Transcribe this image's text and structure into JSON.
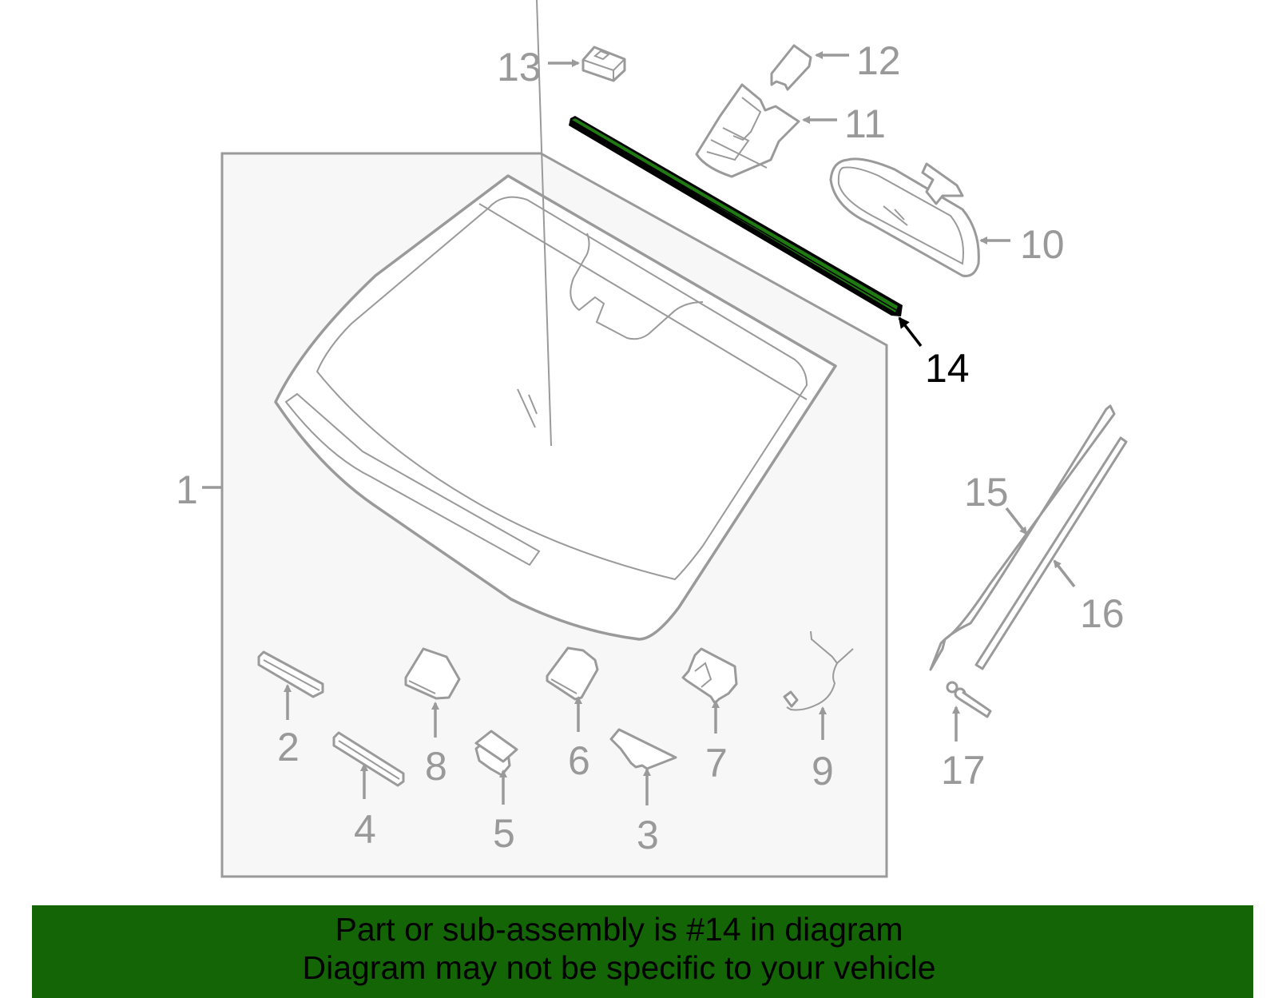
{
  "diagram": {
    "highlighted_part": "14",
    "highlight_color": "#1f7a12",
    "callouts": [
      {
        "id": "1",
        "label": "1"
      },
      {
        "id": "2",
        "label": "2"
      },
      {
        "id": "3",
        "label": "3"
      },
      {
        "id": "4",
        "label": "4"
      },
      {
        "id": "5",
        "label": "5"
      },
      {
        "id": "6",
        "label": "6"
      },
      {
        "id": "7",
        "label": "7"
      },
      {
        "id": "8",
        "label": "8"
      },
      {
        "id": "9",
        "label": "9"
      },
      {
        "id": "10",
        "label": "10"
      },
      {
        "id": "11",
        "label": "11"
      },
      {
        "id": "12",
        "label": "12"
      },
      {
        "id": "13",
        "label": "13"
      },
      {
        "id": "14",
        "label": "14"
      },
      {
        "id": "15",
        "label": "15"
      },
      {
        "id": "16",
        "label": "16"
      },
      {
        "id": "17",
        "label": "17"
      }
    ]
  },
  "banner": {
    "line1": "Part or sub-assembly is #14 in diagram",
    "line2": "Diagram may not be specific to your vehicle",
    "background": "#136506"
  }
}
